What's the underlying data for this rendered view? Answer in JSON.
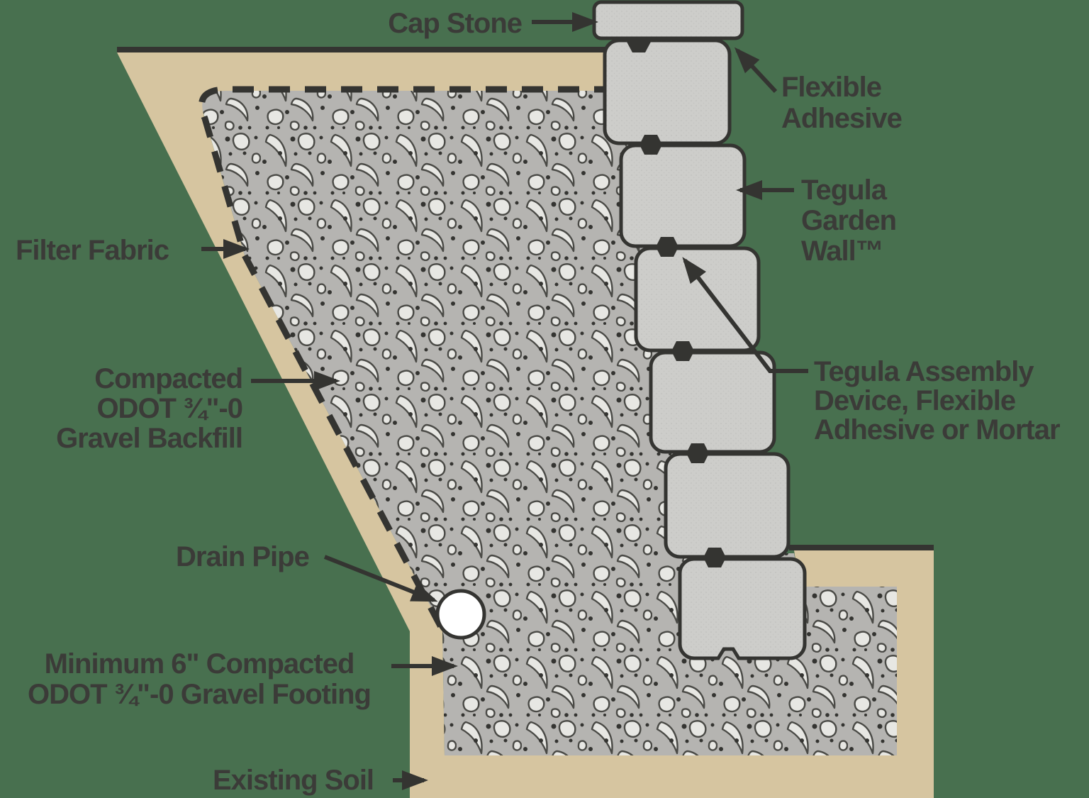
{
  "title": "Tegula Garden Wall retaining wall cross-section diagram",
  "colors": {
    "bg": "#48704F",
    "soil": "#D6C5A0",
    "gravelBase": "#B5B4B1",
    "stone": "#E7E7E3",
    "stoneLine": "#4A4A46",
    "block": "#CDCDCA",
    "ink": "#343431",
    "text": "#3B3B38",
    "pipe": "#FFFFFF"
  },
  "labels": {
    "cap_stone": "Cap Stone",
    "flexible_adhesive_1": "Flexible",
    "flexible_adhesive_2": "Adhesive",
    "garden_wall_1": "Tegula",
    "garden_wall_2": "Garden",
    "garden_wall_3": "Wall™",
    "assembly_1": "Tegula Assembly",
    "assembly_2": "Device, Flexible",
    "assembly_3": "Adhesive or Mortar",
    "filter_fabric": "Filter Fabric",
    "backfill_1": "Compacted",
    "backfill_2": "ODOT ¾\"-0",
    "backfill_3": "Gravel Backfill",
    "drain_pipe": "Drain Pipe",
    "footing_1": "Minimum 6\" Compacted",
    "footing_2": "ODOT ¾\"-0 Gravel Footing",
    "existing_soil": "Existing Soil"
  }
}
